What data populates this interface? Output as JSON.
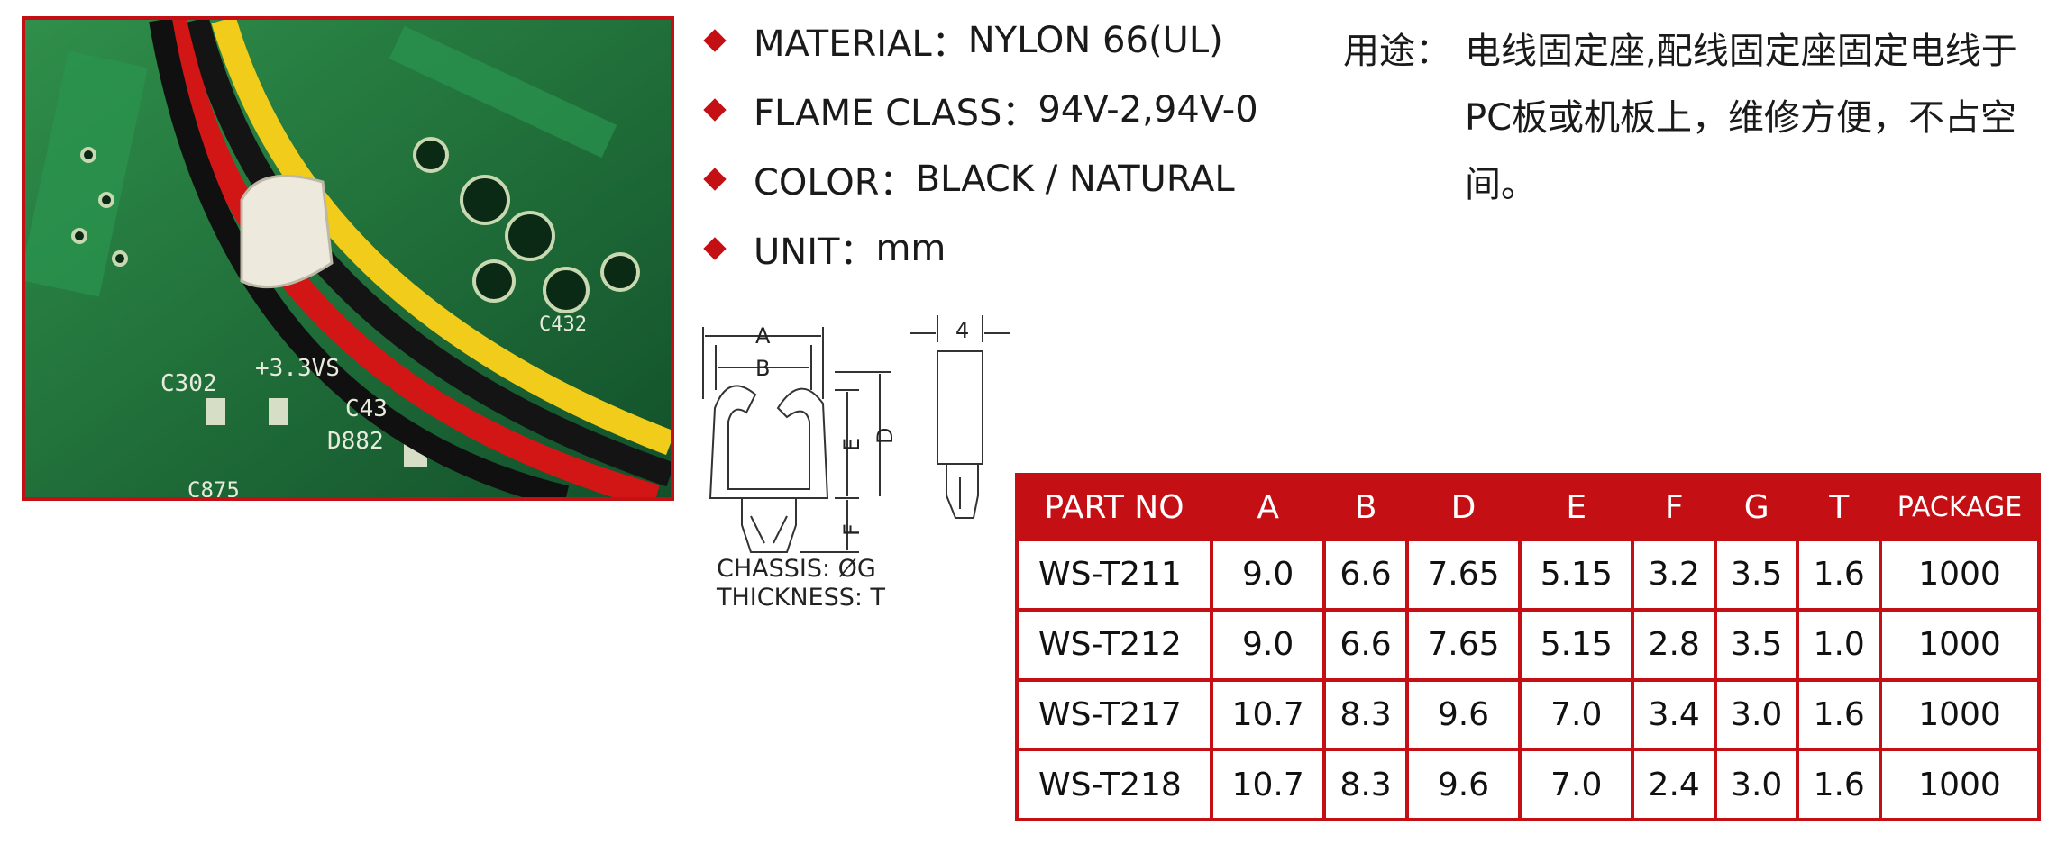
{
  "photo": {
    "labels": [
      "C302",
      "+3.3VS",
      "C43",
      "D882",
      "C432",
      "C875"
    ]
  },
  "specs": [
    {
      "label": "MATERIAL：",
      "value": "NYLON 66(UL)"
    },
    {
      "label": "FLAME CLASS：",
      "value": "94V-2,94V-0"
    },
    {
      "label": "COLOR：",
      "value": "BLACK / NATURAL"
    },
    {
      "label": "UNIT：",
      "value": "mm"
    }
  ],
  "usage": {
    "label": "用途：",
    "text": "电线固定座,配线固定座固定电线于PC板或机板上，维修方便，不占空间。"
  },
  "drawing": {
    "dims": [
      "A",
      "B",
      "E",
      "D",
      "F"
    ],
    "side_dim": "4",
    "note_line1": "CHASSIS: ØG",
    "note_line2": "THICKNESS: T"
  },
  "table": {
    "headers": [
      "PART NO",
      "A",
      "B",
      "D",
      "E",
      "F",
      "G",
      "T",
      "PACKAGE"
    ],
    "rows": [
      [
        "WS-T211",
        "9.0",
        "6.6",
        "7.65",
        "5.15",
        "3.2",
        "3.5",
        "1.6",
        "1000"
      ],
      [
        "WS-T212",
        "9.0",
        "6.6",
        "7.65",
        "5.15",
        "2.8",
        "3.5",
        "1.0",
        "1000"
      ],
      [
        "WS-T217",
        "10.7",
        "8.3",
        "9.6",
        "7.0",
        "3.4",
        "3.0",
        "1.6",
        "1000"
      ],
      [
        "WS-T218",
        "10.7",
        "8.3",
        "9.6",
        "7.0",
        "2.4",
        "3.0",
        "1.6",
        "1000"
      ]
    ]
  },
  "colors": {
    "accent": "#c40f14",
    "pcb": "#1f7a3a"
  }
}
